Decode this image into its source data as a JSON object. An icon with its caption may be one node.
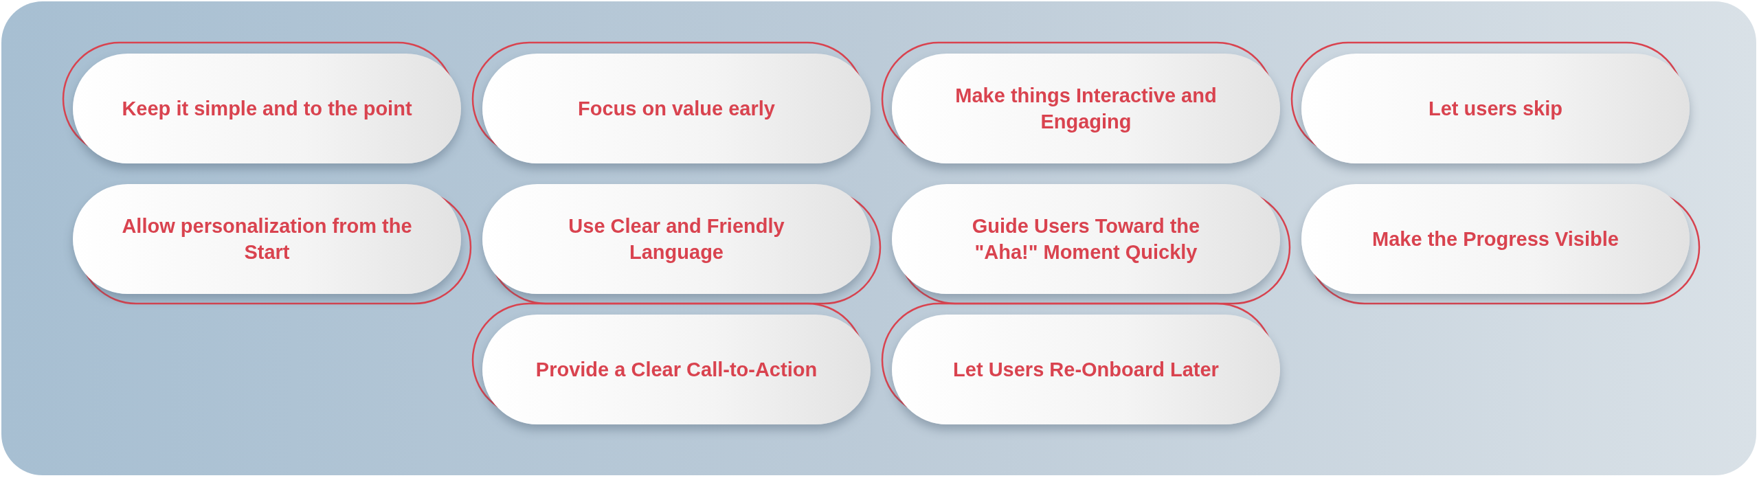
{
  "diagram": {
    "nodes": [
      {
        "text": [
          "Keep it simple and to the point"
        ]
      },
      {
        "text": [
          "Focus on value early"
        ]
      },
      {
        "text": [
          "Make things Interactive and Engaging"
        ]
      },
      {
        "text": [
          "Let users skip"
        ]
      },
      {
        "text": [
          "Allow personalization from the Start"
        ]
      },
      {
        "text": [
          "Use Clear and Friendly Language"
        ]
      },
      {
        "text": [
          "Guide Users Toward the \"Aha!\" Moment Quickly"
        ]
      },
      {
        "text": [
          "Make the Progress Visible"
        ]
      },
      {
        "text": [
          "Provide a Clear Call-to-Action"
        ]
      },
      {
        "text": [
          "Let Users Re-Onboard Later"
        ]
      }
    ],
    "edges": []
  }
}
